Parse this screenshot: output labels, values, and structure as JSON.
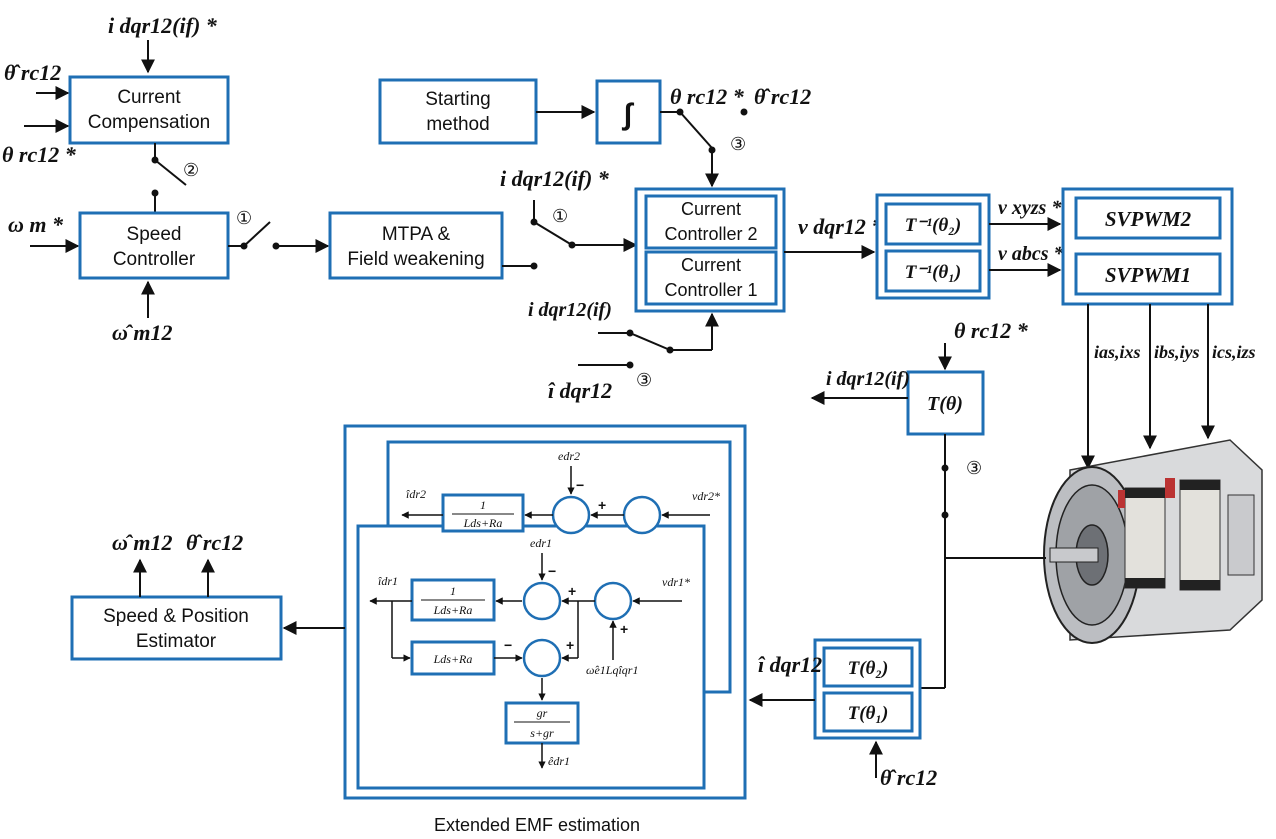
{
  "colors": {
    "block_border": "#1f6fb4",
    "line": "#111111"
  },
  "blocks": {
    "current_compensation": [
      "Current",
      "Compensation"
    ],
    "speed_controller": [
      "Speed",
      "Controller"
    ],
    "mtpa": [
      "MTPA &",
      "Field weakening"
    ],
    "starting_method": [
      "Starting",
      "method"
    ],
    "integrator": "∫",
    "current_controller_2": [
      "Current",
      "Controller 2"
    ],
    "current_controller_1": [
      "Current",
      "Controller 1"
    ],
    "inv_transform_2": "T⁻¹(θ₂)",
    "inv_transform_1": "T⁻¹(θ₁)",
    "svpwm2": "SVPWM2",
    "svpwm1": "SVPWM1",
    "transform_theta": "T(θ)",
    "transform_2": "T(θ₂)",
    "transform_1": "T(θ₁)",
    "speed_position_estimator": [
      "Speed & Position",
      "Estimator"
    ],
    "inner_tf1": [
      "1",
      "Lds+Ra"
    ],
    "inner_tf2": "Lds+Ra",
    "inner_filter": [
      "gr",
      "s+gr"
    ],
    "back_tf": [
      "1",
      "Lds+Ra"
    ]
  },
  "labels": {
    "idqr12_if_star_top": "i dqr12(if) *",
    "theta_hat_rc12_left": "θ̂ rc12",
    "theta_rc12_star_left": "θ rc12 *",
    "omega_m_star": "ω m *",
    "omega_hat_m12_bottom": "ω̂ m12",
    "idqr12_if_star_mid": "i dqr12(if) *",
    "idqr12_if_mid": "i dqr12(if)",
    "i_hat_dqr12_mid": "î dqr12",
    "theta_rc12_star_top": "θ rc12 *",
    "theta_hat_rc12_top": "θ̂ rc12",
    "v_dqr12_star": "v dqr12 *",
    "v_xyzs_star": "v xyzs *",
    "v_abcs_star": "v abcs *",
    "i_a": "ias,ixs",
    "i_b": "ibs,iys",
    "i_c": "ics,izs",
    "theta_rc12_star_T": "θ rc12 *",
    "idqr12_if_out": "i dqr12(if)",
    "i_hat_dqr12_out": "î dqr12",
    "theta_hat_rc12_bottom": "θ̂ rc12",
    "omega_hat_m12_out": "ω̂ m12",
    "theta_hat_rc12_out": "θ̂ rc12",
    "e_dr2": "edr2",
    "i_hat_dr2": "îdr2",
    "v_dr2_star": "vdr2*",
    "e_dr1": "edr1",
    "i_hat_dr1": "îdr1",
    "v_dr1_star": "vdr1*",
    "omega_term": "ω̂e1Lqîqr1",
    "e_hat_dr1": "êdr1",
    "caption": "Extended EMF estimation"
  },
  "switch_marks": {
    "s1a": "①",
    "s1b": "①",
    "s2": "②",
    "s3a": "③",
    "s3b": "③",
    "s3c": "③"
  },
  "signs": {
    "plus": "+",
    "minus": "−"
  }
}
